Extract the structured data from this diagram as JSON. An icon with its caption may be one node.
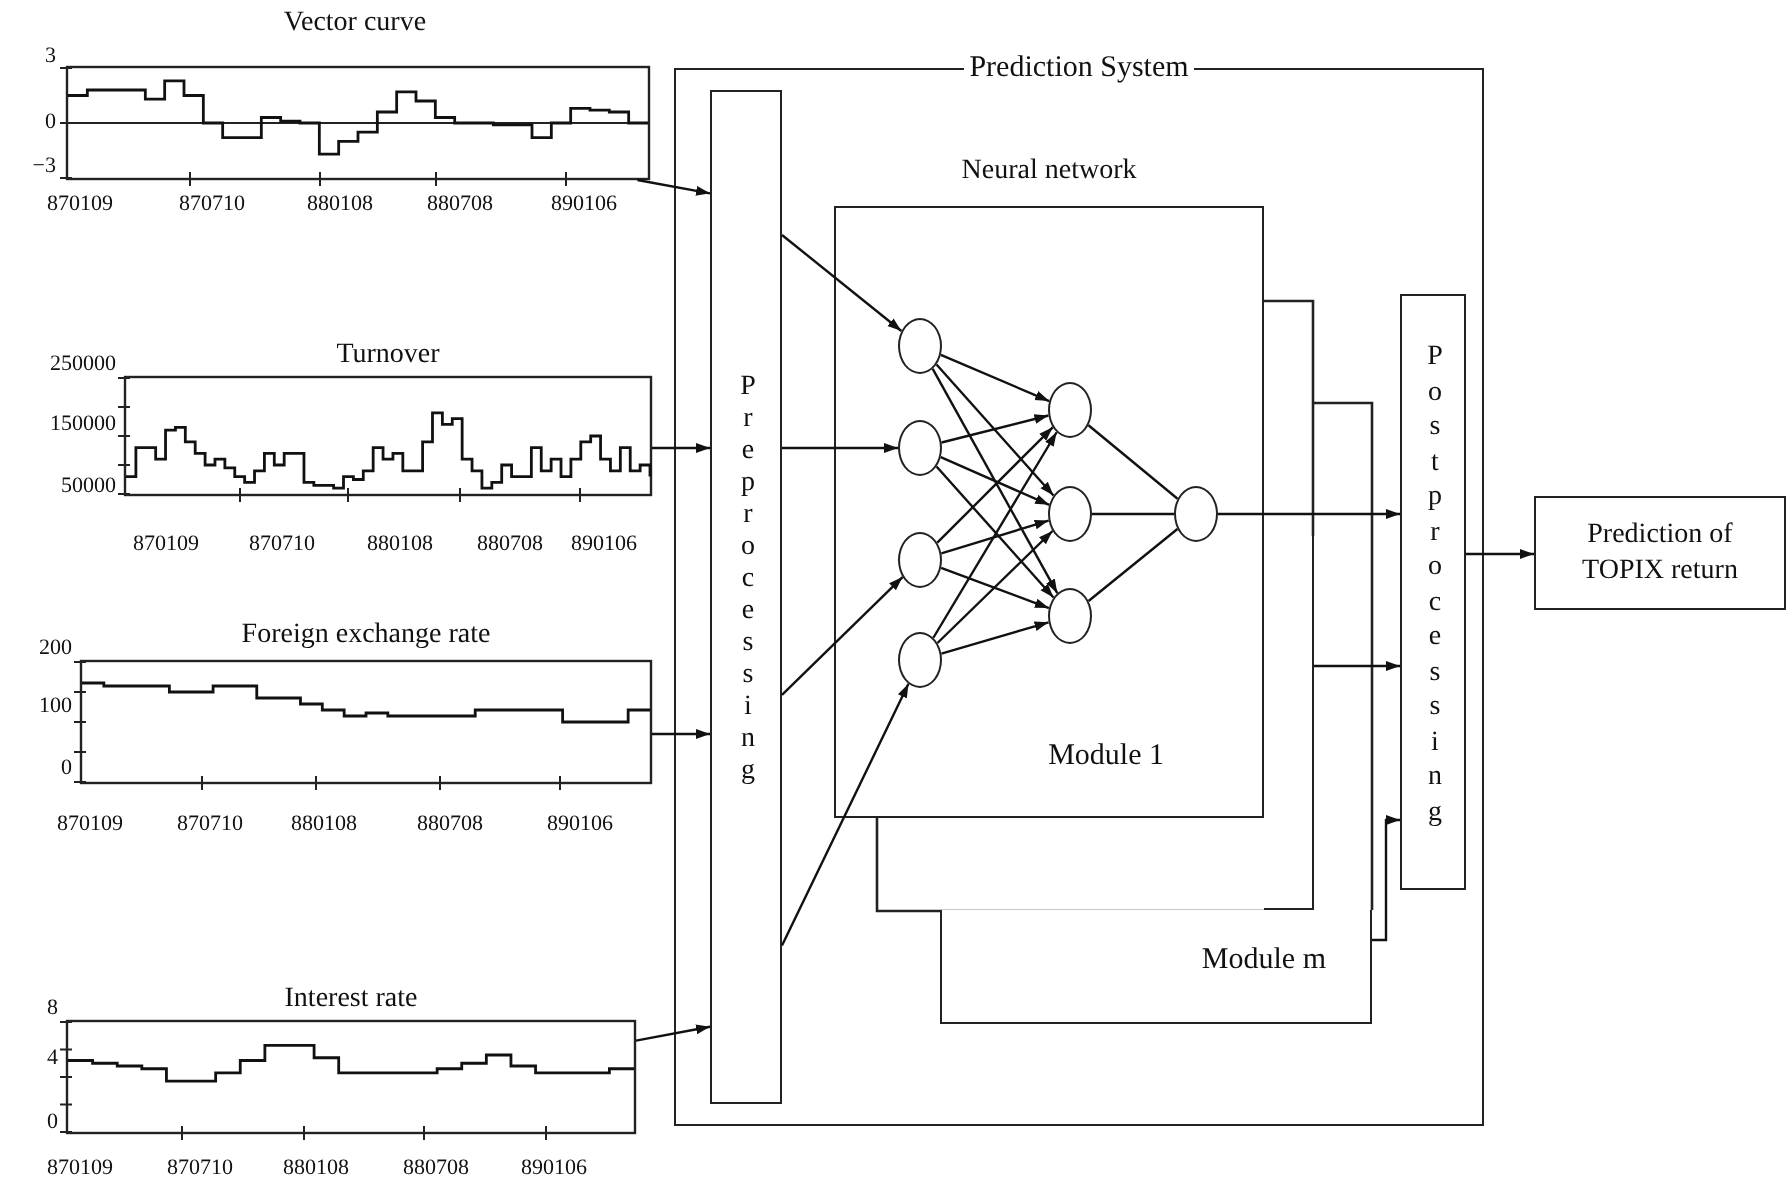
{
  "diagram": {
    "nodes": [
      {
        "text": [
          "Vector curve"
        ]
      },
      {
        "text": [
          "Turnover"
        ]
      },
      {
        "text": [
          "Foreign exchange rate"
        ]
      },
      {
        "text": [
          "Interest rate"
        ]
      },
      {
        "text": [
          "Prediction System"
        ]
      },
      {
        "text": [
          "Preprocessing"
        ],
        "in": 4
      },
      {
        "text": [
          "Neural network",
          "Module 1"
        ],
        "in": 4
      },
      {
        "text": [],
        "shape": "box",
        "in": 4
      },
      {
        "text": [
          "Module m"
        ],
        "in": 4
      },
      {
        "text": [],
        "shape": "circle",
        "in": 6
      },
      {
        "text": [],
        "shape": "circle",
        "in": 6
      },
      {
        "text": [],
        "shape": "circle",
        "in": 6
      },
      {
        "text": [],
        "shape": "circle",
        "in": 6
      },
      {
        "text": [],
        "shape": "circle",
        "in": 6
      },
      {
        "text": [],
        "shape": "circle",
        "in": 6
      },
      {
        "text": [],
        "shape": "circle",
        "in": 6
      },
      {
        "text": [],
        "shape": "circle",
        "in": 6
      },
      {
        "text": [
          "Postprocessing"
        ],
        "in": 4
      },
      {
        "text": [
          "Prediction of TOPIX return"
        ]
      }
    ],
    "edges": [
      {
        "from": 0,
        "to": 5,
        "arrow": "to"
      },
      {
        "from": 1,
        "to": 5,
        "arrow": "to"
      },
      {
        "from": 2,
        "to": 5,
        "arrow": "to"
      },
      {
        "from": 3,
        "to": 5,
        "arrow": "to"
      },
      {
        "from": 5,
        "to": 9,
        "arrow": "to"
      },
      {
        "from": 5,
        "to": 10,
        "arrow": "to"
      },
      {
        "from": 5,
        "to": 11,
        "arrow": "to"
      },
      {
        "from": 5,
        "to": 12,
        "arrow": "to"
      },
      {
        "from": 9,
        "to": 13,
        "arrow": "to"
      },
      {
        "from": 9,
        "to": 14,
        "arrow": "to"
      },
      {
        "from": 9,
        "to": 15,
        "arrow": "to"
      },
      {
        "from": 10,
        "to": 13,
        "arrow": "to"
      },
      {
        "from": 10,
        "to": 14,
        "arrow": "to"
      },
      {
        "from": 10,
        "to": 15,
        "arrow": "to"
      },
      {
        "from": 11,
        "to": 13,
        "arrow": "to"
      },
      {
        "from": 11,
        "to": 14,
        "arrow": "to"
      },
      {
        "from": 11,
        "to": 15,
        "arrow": "to"
      },
      {
        "from": 12,
        "to": 13,
        "arrow": "to"
      },
      {
        "from": 12,
        "to": 14,
        "arrow": "to"
      },
      {
        "from": 12,
        "to": 15,
        "arrow": "to"
      },
      {
        "from": 13,
        "to": 16,
        "arrow": "none"
      },
      {
        "from": 14,
        "to": 16,
        "arrow": "none"
      },
      {
        "from": 15,
        "to": 16,
        "arrow": "none"
      },
      {
        "from": 16,
        "to": 17,
        "arrow": "to"
      },
      {
        "from": 7,
        "to": 17,
        "arrow": "to"
      },
      {
        "from": 8,
        "to": 17,
        "arrow": "to"
      },
      {
        "from": 17,
        "to": 18,
        "arrow": "to"
      }
    ],
    "labels": [
      "3",
      "0",
      "−3",
      "870109",
      "870710",
      "880108",
      "880708",
      "890106",
      "250000",
      "150000",
      "50000",
      "870109",
      "870710",
      "880108",
      "880708",
      "890106",
      "200",
      "100",
      "0",
      "870109",
      "870710",
      "880108",
      "880708",
      "890106",
      "8",
      "4",
      "0",
      "870109",
      "870710",
      "880108",
      "880708",
      "890106"
    ]
  }
}
